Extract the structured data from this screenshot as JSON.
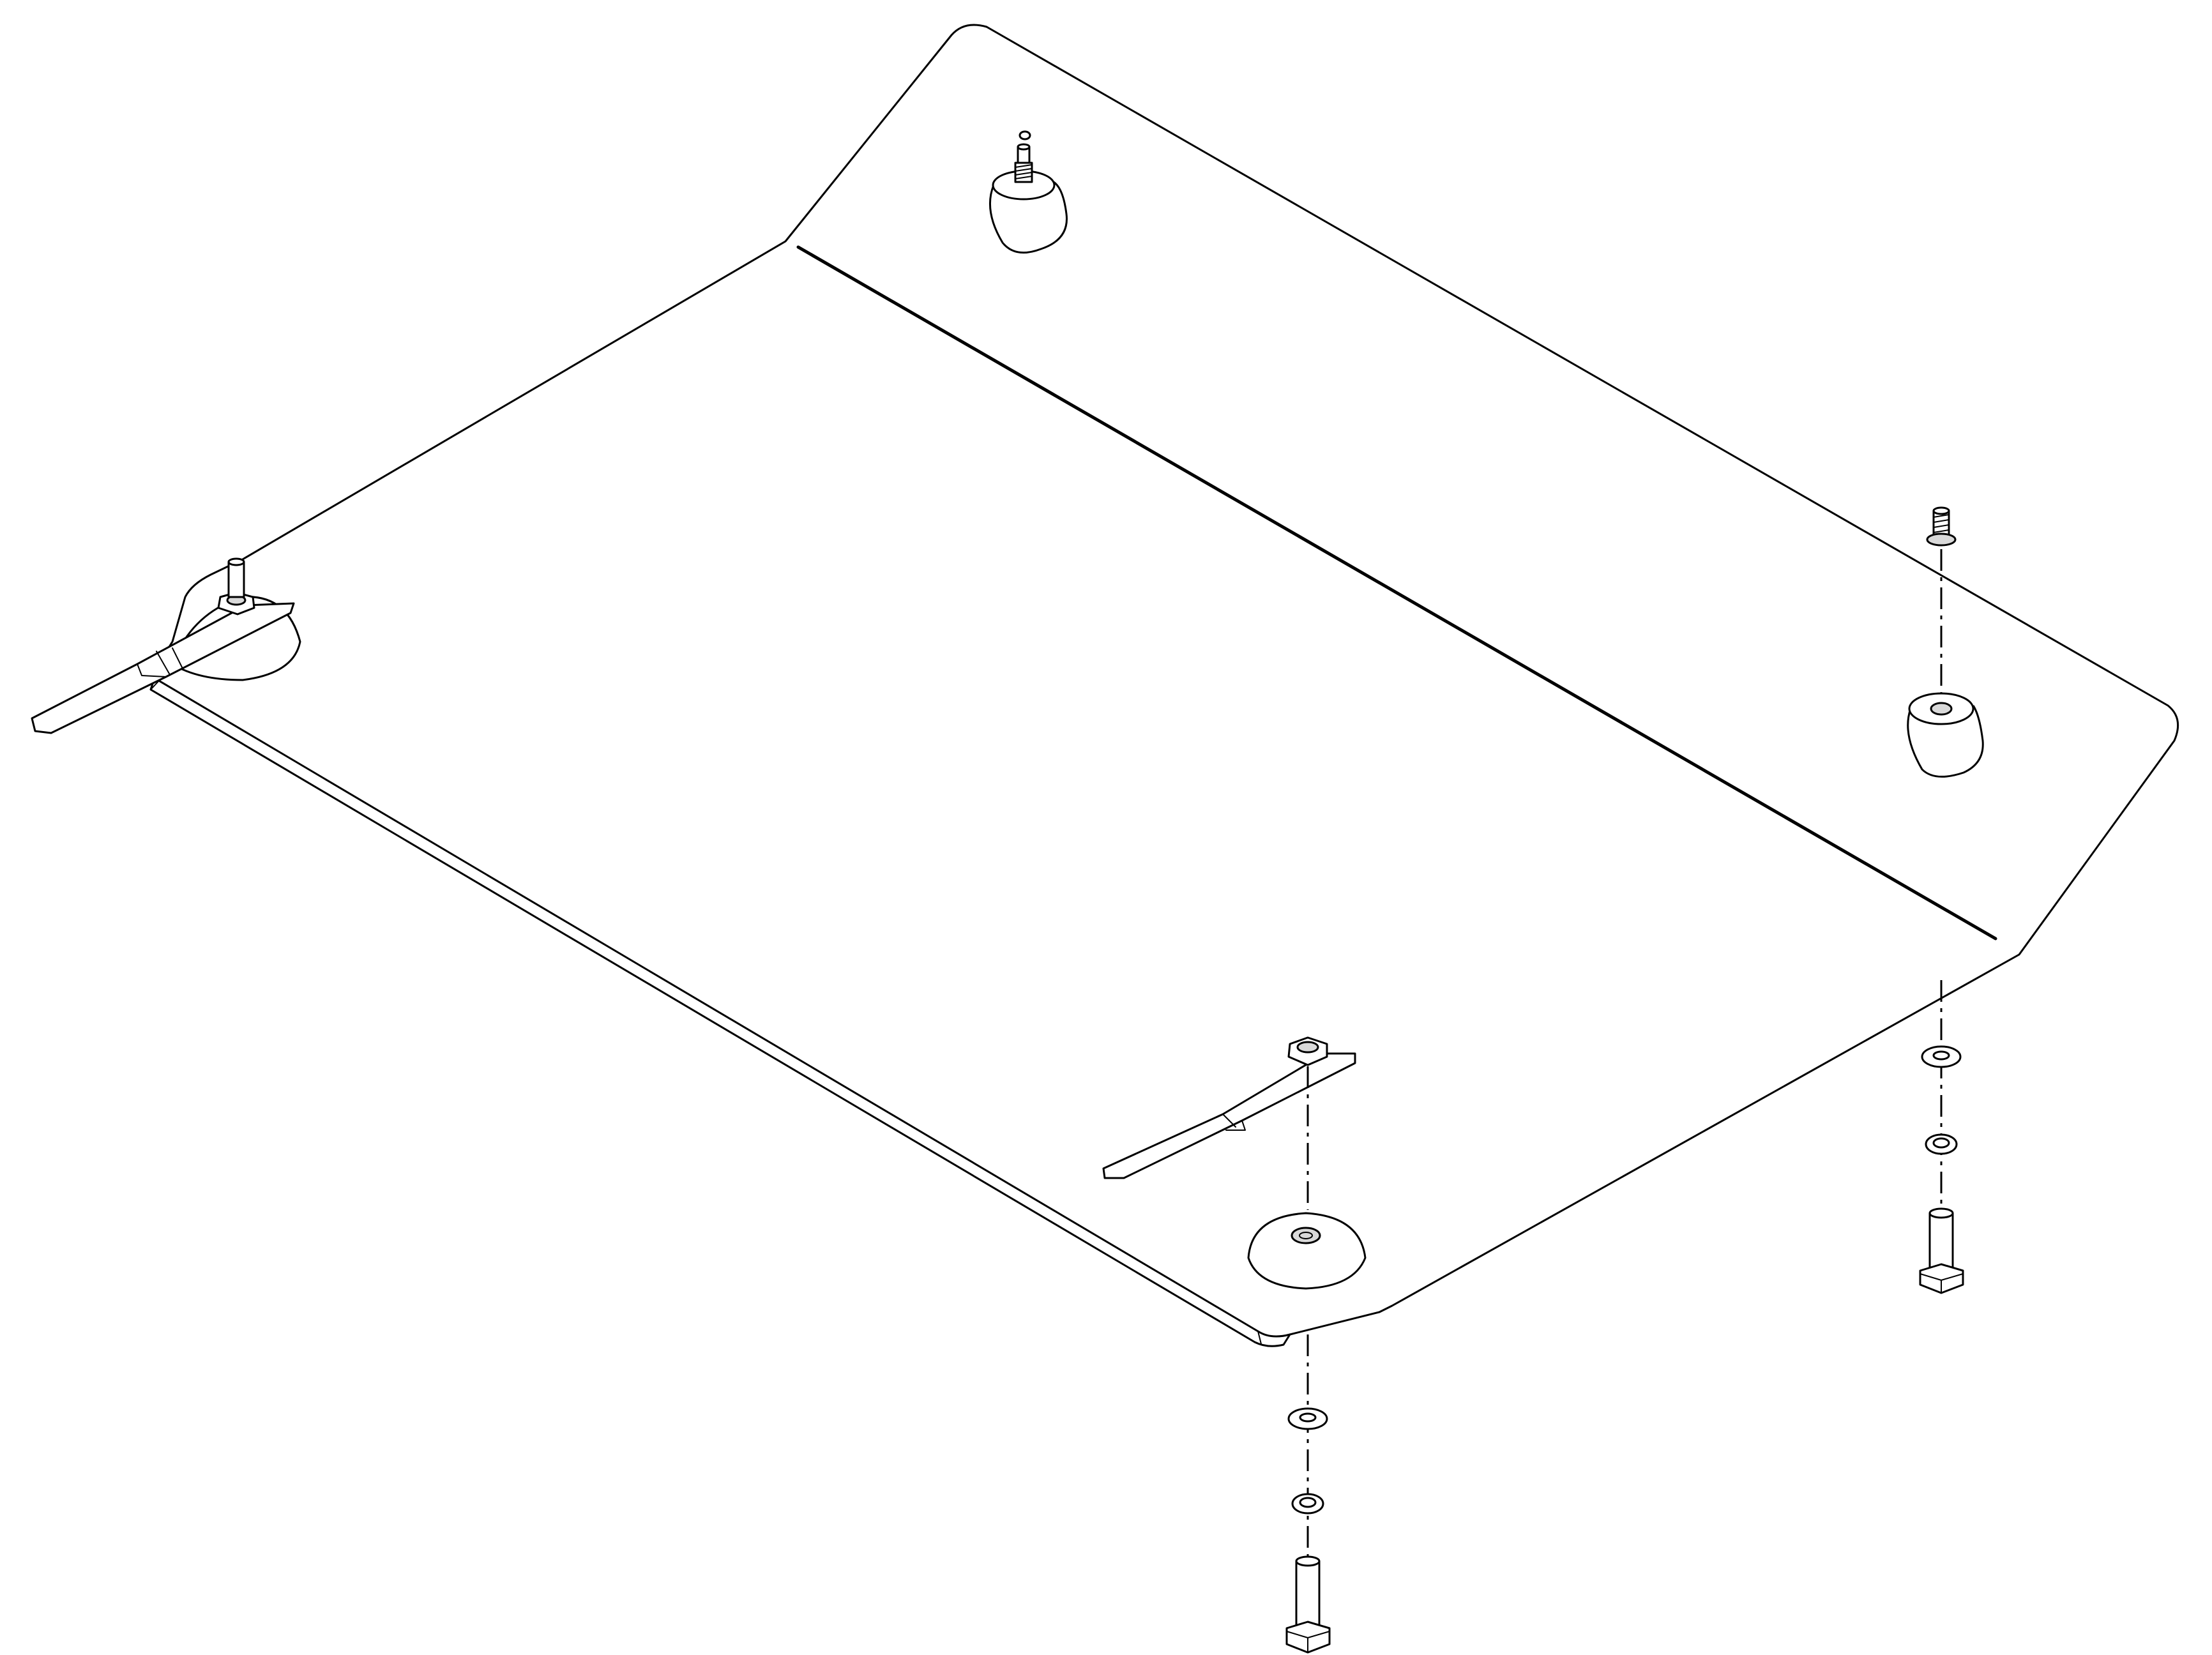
{
  "drawing": {
    "view": "exploded-isometric",
    "line_color": "#000000",
    "background": "#ffffff",
    "parts": [
      "skid-plate",
      "rubber-spacer",
      "stud",
      "mounting-strap",
      "hex-nut",
      "flat-washer",
      "spring-washer",
      "hex-bolt"
    ]
  }
}
